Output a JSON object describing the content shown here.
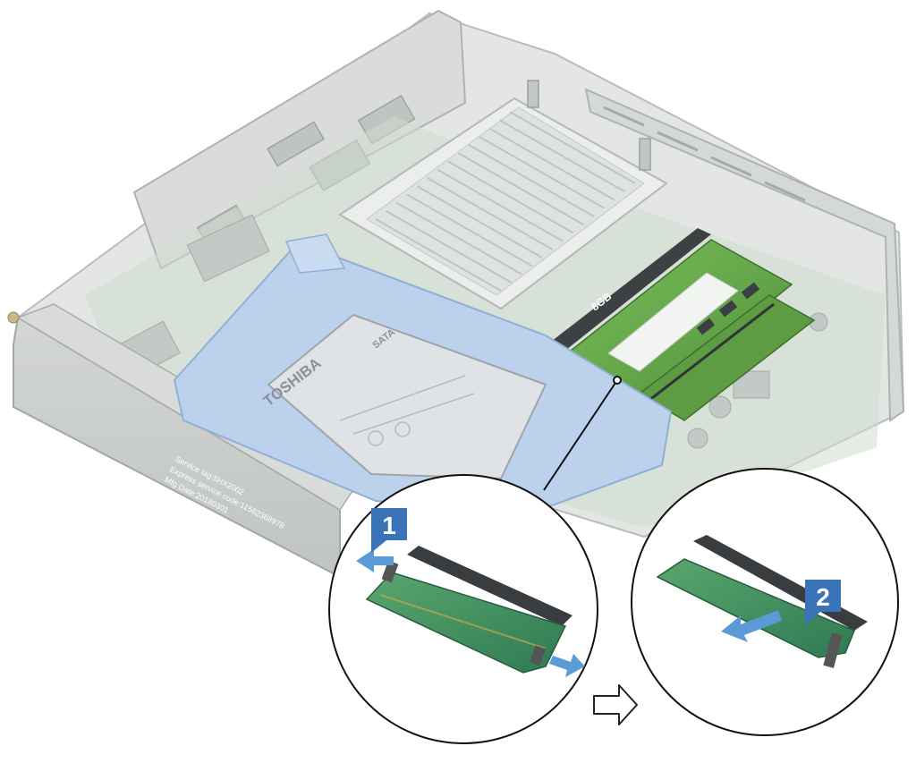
{
  "colors": {
    "chassis": "#d6dad8",
    "chassis_edge": "#a9aeac",
    "front_panel": "#c8cbca",
    "drive_carrier": "#bcd2ec",
    "heatsink": "#e4e6e6",
    "pcb_green": "#5f8f5a",
    "memory_green": "#6fae4e",
    "callout_blue": "#3a73b7",
    "arrow_blue": "#5b9bd5"
  },
  "heatsink": {
    "fin_count": 14
  },
  "drive": {
    "brand": "TOSHIBA",
    "interface": "SATA"
  },
  "memory_module": {
    "capacity": "8GB"
  },
  "front_panel": {
    "service_tag": "Service tag:5HX2002",
    "express_code": "Express service code:11562368978",
    "mfg_date": "Mfg Date:20180301"
  },
  "callouts": {
    "step1": {
      "number": "1"
    },
    "step2": {
      "number": "2"
    }
  },
  "icons": {
    "next_step": "outline-right-arrow-icon",
    "release_clip": "blue-arrow-icon",
    "leader": "callout-leader-line"
  }
}
